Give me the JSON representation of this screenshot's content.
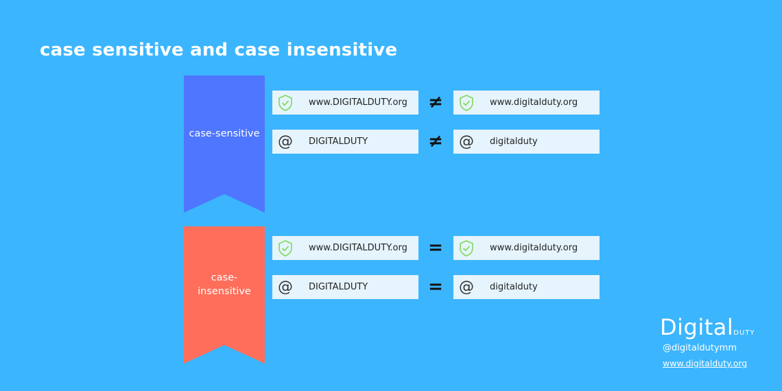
{
  "title": "case sensitive and case insensitive",
  "sections": [
    {
      "label": "case-sensitive",
      "color": "#4f76fe",
      "operator": "≠",
      "rows": [
        {
          "icon": "shield-check-icon",
          "left": "www.DIGITALDUTY.org",
          "right": "www.digitalduty.org"
        },
        {
          "icon": "at-icon",
          "left": "DIGITALDUTY",
          "right": "digitalduty"
        }
      ]
    },
    {
      "label": "case-insensitive",
      "label_lines": [
        "case-",
        "insensitive"
      ],
      "color": "#ff6e5a",
      "operator": "=",
      "rows": [
        {
          "icon": "shield-check-icon",
          "left": "www.DIGITALDUTY.org",
          "right": "www.digitalduty.org"
        },
        {
          "icon": "at-icon",
          "left": "DIGITALDUTY",
          "right": "digitalduty"
        }
      ]
    }
  ],
  "branding": {
    "logo_main": "Digital",
    "logo_sub": "DUTY",
    "handle": "@digitaldutymm",
    "website": "www.digitalduty.org"
  },
  "colors": {
    "background": "#3bb5fe",
    "box": "#e6f4fd",
    "check": "#7ed957"
  }
}
